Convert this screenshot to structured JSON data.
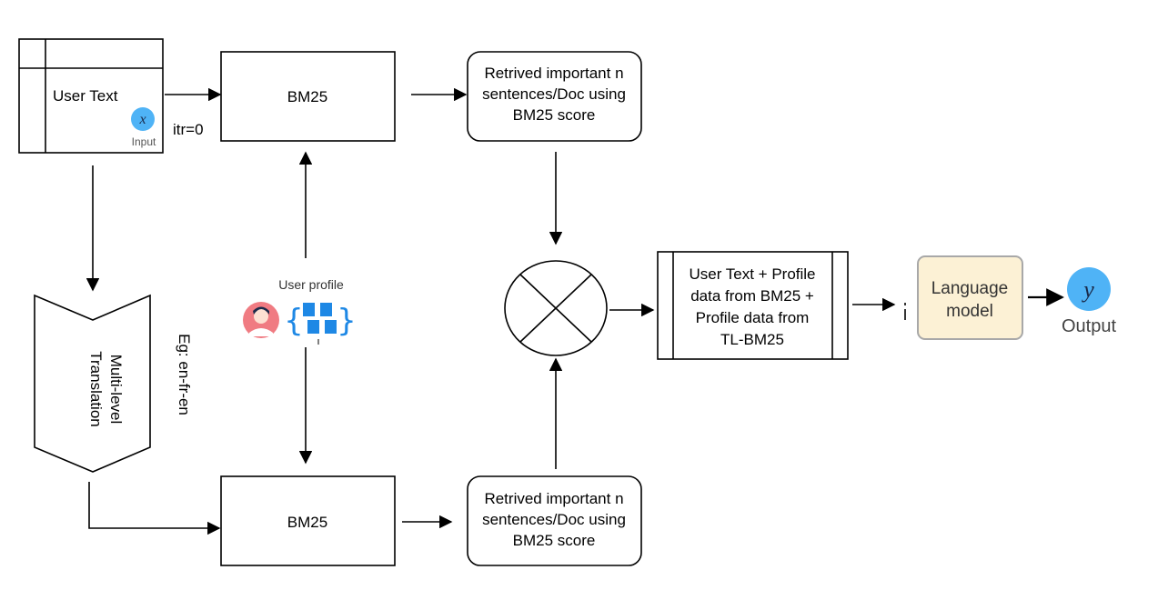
{
  "input_box": {
    "label": "User Text",
    "icon_letter": "x",
    "icon_caption": "Input"
  },
  "iteration_label": "itr=0",
  "bm25_top": {
    "label": "BM25"
  },
  "bm25_bottom": {
    "label": "BM25"
  },
  "retrieved_top": {
    "lines": [
      "Retrived important n",
      "sentences/Doc using",
      "BM25 score"
    ]
  },
  "retrieved_bottom": {
    "lines": [
      "Retrived important n",
      "sentences/Doc using",
      "BM25 score"
    ]
  },
  "user_profile": {
    "label": "User profile"
  },
  "translation": {
    "lines": [
      "Multi-level",
      "Translation"
    ]
  },
  "translation_example": "Eg: en-fr-en",
  "combined": {
    "lines": [
      "User Text + Profile",
      "data from BM25 +",
      "Profile data from",
      "TL-BM25"
    ]
  },
  "language_model": {
    "lines": [
      "Language",
      "model"
    ]
  },
  "output": {
    "icon_letter": "y",
    "label": "Output"
  },
  "colors": {
    "icon_blue": "#4fb3f6",
    "lm_fill": "#fcf1d5",
    "lm_border": "#a8a8a8",
    "avatar": "#f07b82",
    "doc_blue": "#1e88e5"
  }
}
